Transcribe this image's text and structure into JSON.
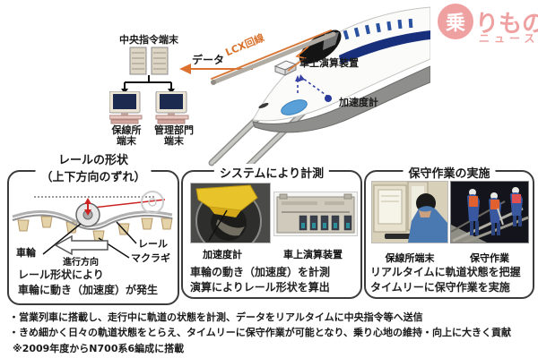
{
  "logo": {
    "mark": "乗",
    "text_main": "りもの",
    "text_sub": "ニュース",
    "color": "#e04545"
  },
  "network": {
    "central_label": "中央指令端末",
    "terminal1_line1": "保線所",
    "terminal1_line2": "端末",
    "terminal2_line1": "管理部門",
    "terminal2_line2": "端末",
    "data_label": "データ",
    "lcx_label": "LCX回線"
  },
  "train": {
    "onboard_label": "車上演算装置",
    "accel_label": "加速度計"
  },
  "panels": [
    {
      "title_line1": "レールの形状",
      "title_line2": "（上下方向のずれ）",
      "wheel_label": "車輪",
      "rail_label": "レール",
      "sleeper_label": "マクラギ",
      "direction_label": "進行方向",
      "caption_line1": "レール形状により",
      "caption_line2": "車輪に動き（加速度）が発生"
    },
    {
      "title": "システムにより計測",
      "photo1_label": "加速度計",
      "photo2_label": "車上演算装置",
      "caption_line1": "車輪の動き（加速度）を計測",
      "caption_line2": "演算によりレール形状を算出"
    },
    {
      "title": "保守作業の実施",
      "photo1_label": "保線所端末",
      "photo2_label": "保守作業",
      "caption_line1": "リアルタイムに軌道状態を把握",
      "caption_line2": "タイムリーに保守作業を実施"
    }
  ],
  "footnotes": {
    "line1": "・営業列車に搭載し、走行中に軌道の状態を計測、データをリアルタイムに中央指令等へ送信",
    "line2": "・きめ細かく日々の軌道状態をとらえ、タイムリーに保守作業が可能となり、乗り心地の維持・向上に大きく貢献",
    "line3": "※2009年度からN700系6編成に搭載"
  },
  "colors": {
    "accent_orange": "#dd7230",
    "link_blue": "#3642a6",
    "marker_red": "#cc2222",
    "logo_red": "#e04545"
  }
}
